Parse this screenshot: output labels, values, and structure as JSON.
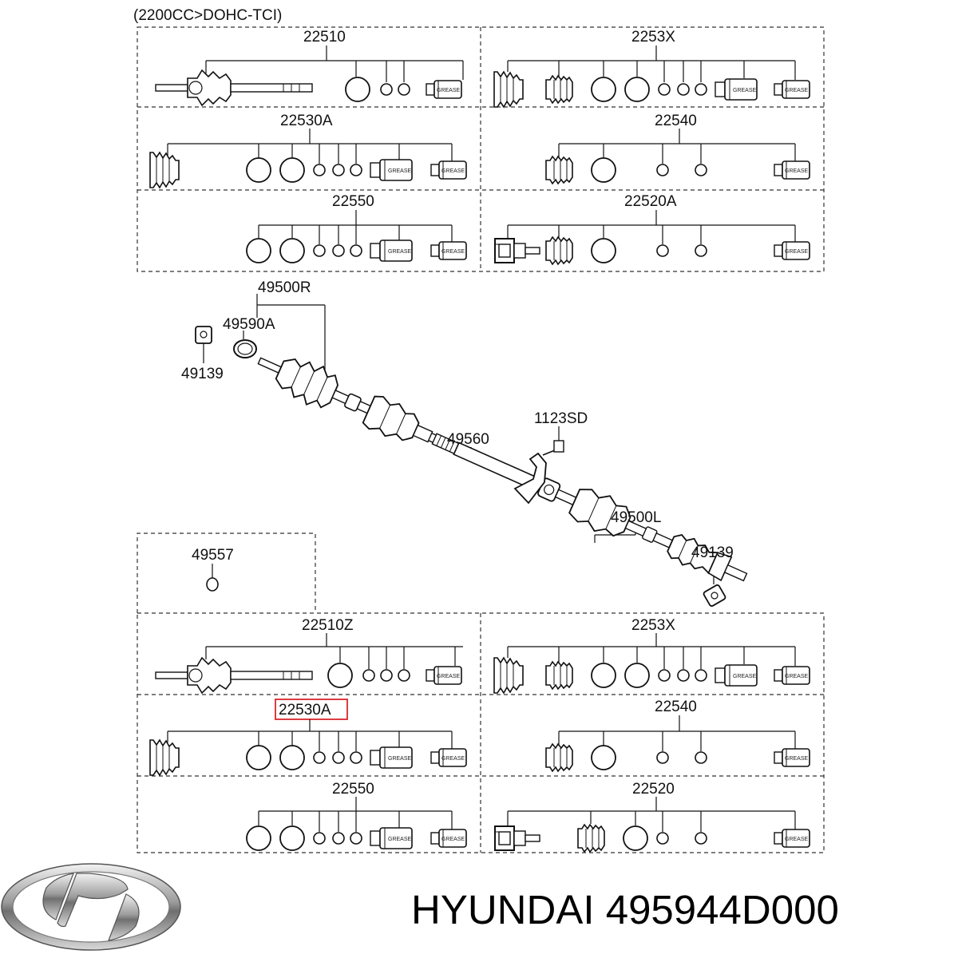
{
  "header_note": "(2200CC>DOHC-TCI)",
  "grease_label": "GREASE",
  "top_kits": {
    "k1": "22510",
    "k2": "2253X",
    "k3": "22530A",
    "k4": "22540",
    "k5": "22550",
    "k6": "22520A"
  },
  "shaft_parts": {
    "p49500R": "49500R",
    "p49590A": "49590A",
    "p49139a": "49139",
    "p1123SD": "1123SD",
    "p49560": "49560",
    "p49500L": "49500L",
    "p49139b": "49139",
    "p49557": "49557"
  },
  "bottom_kits": {
    "k1": "22510Z",
    "k2": "2253X",
    "k3": "22530A",
    "k4": "22540",
    "k5": "22550",
    "k6": "22520"
  },
  "highlight": {
    "part": "22530A",
    "color": "#d9262c"
  },
  "footer": {
    "brand": "HYUNDAI",
    "part_number": "495944D000"
  },
  "icons": {
    "logo": "hyundai-logo-icon"
  }
}
